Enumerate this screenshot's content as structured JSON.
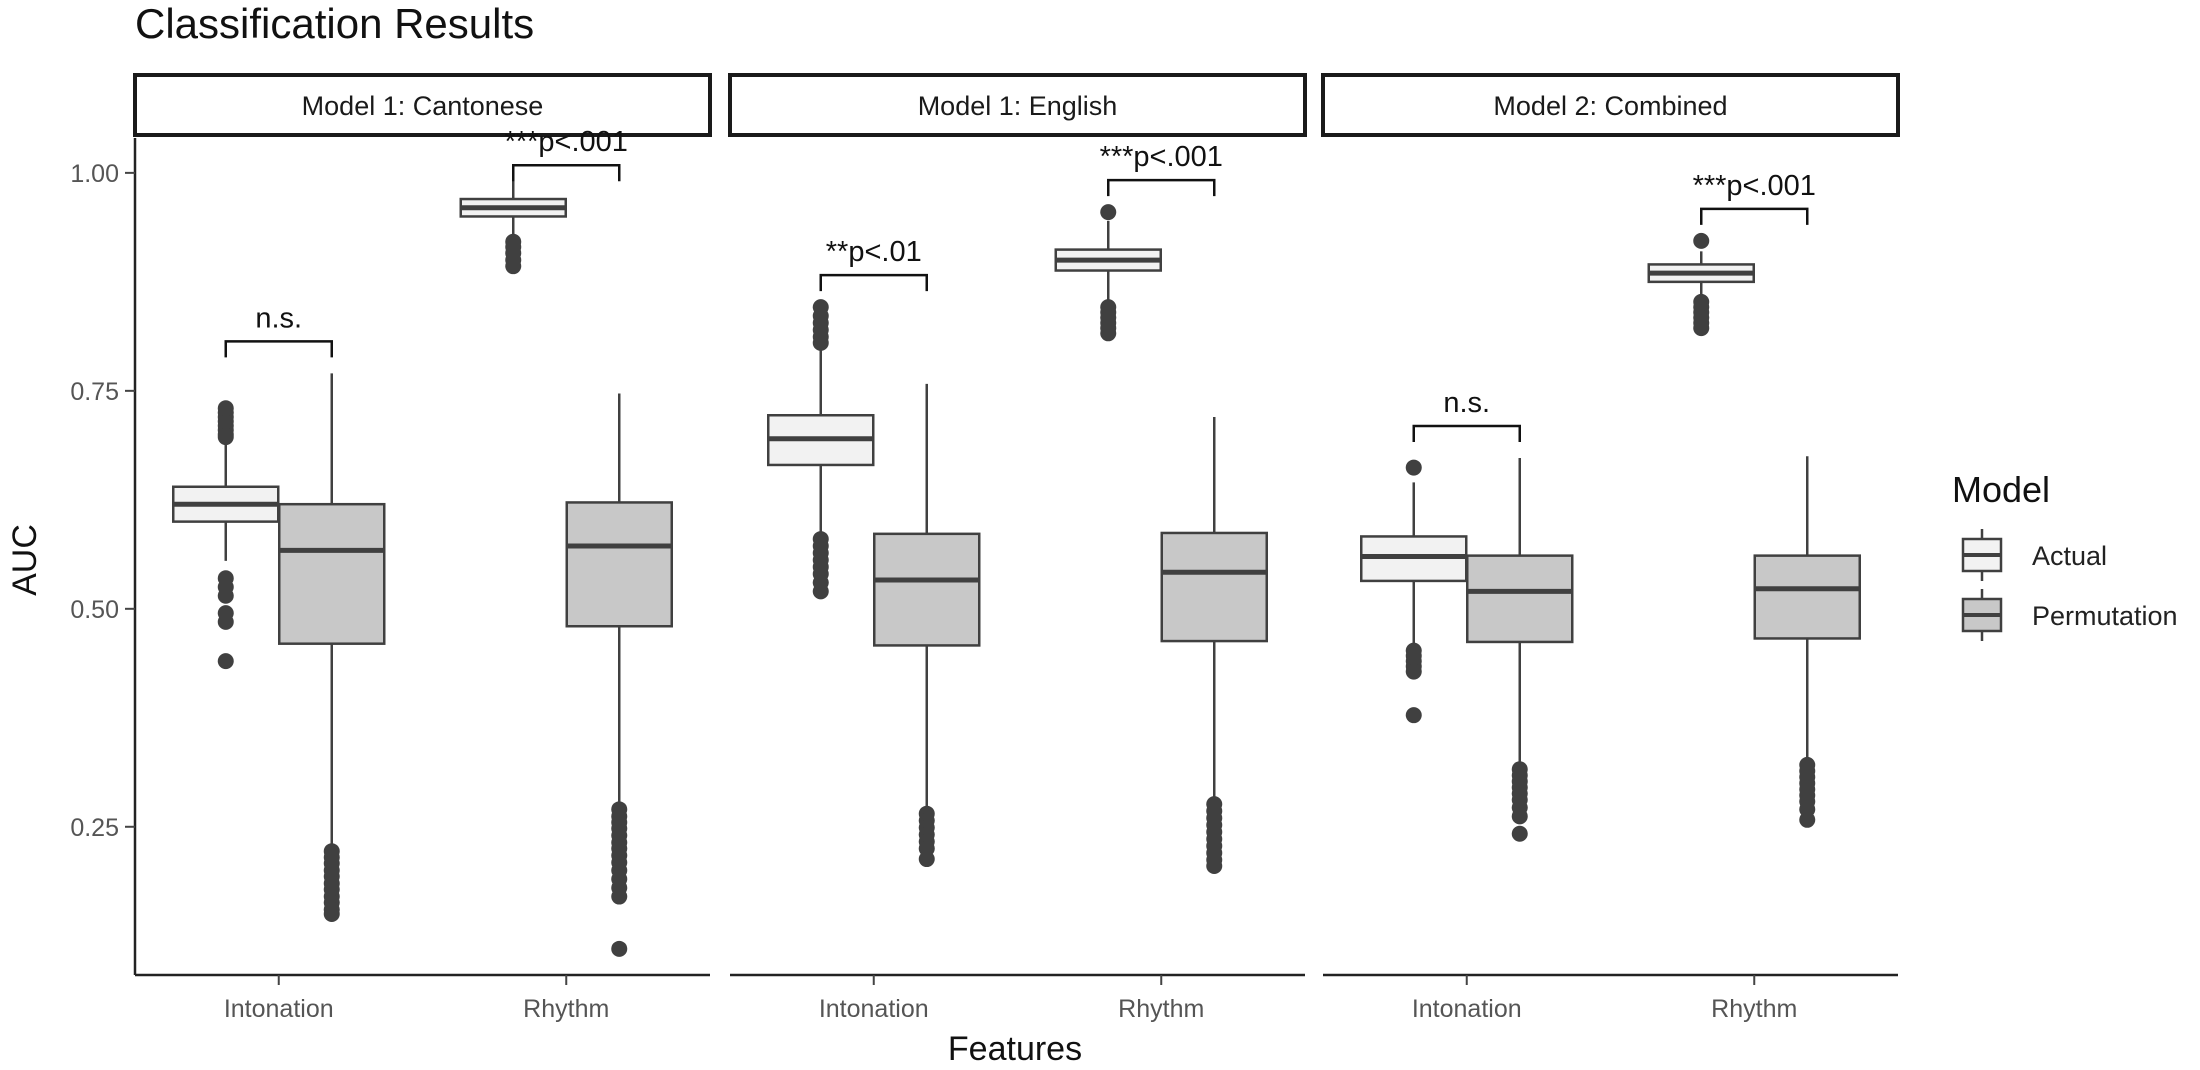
{
  "chart_data": {
    "type": "boxplot",
    "title": "Classification Results",
    "xlabel": "Features",
    "ylabel": "AUC",
    "ylim": [
      0.08,
      1.04
    ],
    "yticks": [
      0.25,
      0.5,
      0.75,
      1.0
    ],
    "ytick_labels": [
      "0.25",
      "0.50",
      "0.75",
      "1.00"
    ],
    "categories": [
      "Intonation",
      "Rhythm"
    ],
    "grid": false,
    "legend": {
      "title": "Model",
      "placement": "right",
      "items": [
        {
          "label": "Actual",
          "color": "#f2f2f2"
        },
        {
          "label": "Permutation",
          "color": "#c8c8c8"
        }
      ]
    },
    "colors": {
      "actual": "#f2f2f2",
      "permutation": "#c8c8c8",
      "line": "#404040"
    },
    "panels": [
      {
        "label": "Model 1: Cantonese",
        "groups": [
          {
            "category": "Intonation",
            "actual": {
              "lo": 0.555,
              "q1": 0.6,
              "median": 0.62,
              "q3": 0.64,
              "hi": 0.695,
              "outliers": [
                0.697,
                0.7,
                0.705,
                0.71,
                0.715,
                0.72,
                0.725,
                0.73,
                0.535,
                0.525,
                0.515,
                0.495,
                0.485,
                0.44
              ]
            },
            "permutation": {
              "lo": 0.225,
              "q1": 0.46,
              "median": 0.567,
              "q3": 0.62,
              "hi": 0.77,
              "outliers": [
                0.222,
                0.215,
                0.208,
                0.2,
                0.193,
                0.185,
                0.178,
                0.17,
                0.163,
                0.155,
                0.15
              ]
            },
            "significance": "n.s."
          },
          {
            "category": "Rhythm",
            "actual": {
              "lo": 0.925,
              "q1": 0.95,
              "median": 0.96,
              "q3": 0.97,
              "hi": 0.995,
              "outliers": [
                0.921,
                0.915,
                0.908,
                0.9,
                0.893
              ]
            },
            "permutation": {
              "lo": 0.275,
              "q1": 0.48,
              "median": 0.572,
              "q3": 0.622,
              "hi": 0.747,
              "outliers": [
                0.27,
                0.262,
                0.255,
                0.248,
                0.24,
                0.232,
                0.225,
                0.217,
                0.209,
                0.2,
                0.19,
                0.18,
                0.17,
                0.11
              ]
            },
            "significance": "***p<.001"
          }
        ]
      },
      {
        "label": "Model 1: English",
        "groups": [
          {
            "category": "Intonation",
            "actual": {
              "lo": 0.585,
              "q1": 0.665,
              "median": 0.695,
              "q3": 0.722,
              "hi": 0.8,
              "outliers": [
                0.805,
                0.812,
                0.82,
                0.828,
                0.836,
                0.846,
                0.58,
                0.572,
                0.564,
                0.556,
                0.548,
                0.54,
                0.53,
                0.52
              ]
            },
            "permutation": {
              "lo": 0.27,
              "q1": 0.458,
              "median": 0.533,
              "q3": 0.586,
              "hi": 0.758,
              "outliers": [
                0.265,
                0.257,
                0.249,
                0.241,
                0.233,
                0.225,
                0.213
              ]
            },
            "significance": "**p<.01"
          },
          {
            "category": "Rhythm",
            "actual": {
              "lo": 0.85,
              "q1": 0.888,
              "median": 0.9,
              "q3": 0.912,
              "hi": 0.945,
              "outliers": [
                0.955,
                0.846,
                0.84,
                0.834,
                0.828,
                0.822,
                0.816
              ]
            },
            "permutation": {
              "lo": 0.28,
              "q1": 0.463,
              "median": 0.542,
              "q3": 0.587,
              "hi": 0.72,
              "outliers": [
                0.276,
                0.268,
                0.26,
                0.252,
                0.244,
                0.236,
                0.228,
                0.22,
                0.212,
                0.205
              ]
            },
            "significance": "***p<.001"
          }
        ]
      },
      {
        "label": "Model 2: Combined",
        "groups": [
          {
            "category": "Intonation",
            "actual": {
              "lo": 0.455,
              "q1": 0.532,
              "median": 0.56,
              "q3": 0.583,
              "hi": 0.645,
              "outliers": [
                0.662,
                0.452,
                0.446,
                0.44,
                0.434,
                0.428,
                0.378
              ]
            },
            "permutation": {
              "lo": 0.32,
              "q1": 0.462,
              "median": 0.52,
              "q3": 0.561,
              "hi": 0.673,
              "outliers": [
                0.316,
                0.309,
                0.302,
                0.295,
                0.288,
                0.281,
                0.272,
                0.262,
                0.242
              ]
            },
            "significance": "n.s."
          },
          {
            "category": "Rhythm",
            "actual": {
              "lo": 0.855,
              "q1": 0.875,
              "median": 0.885,
              "q3": 0.895,
              "hi": 0.91,
              "outliers": [
                0.922,
                0.852,
                0.846,
                0.84,
                0.834,
                0.828,
                0.822
              ]
            },
            "permutation": {
              "lo": 0.325,
              "q1": 0.466,
              "median": 0.523,
              "q3": 0.561,
              "hi": 0.675,
              "outliers": [
                0.321,
                0.314,
                0.307,
                0.3,
                0.293,
                0.286,
                0.279,
                0.27,
                0.258
              ]
            },
            "significance": "***p<.001"
          }
        ]
      }
    ]
  }
}
